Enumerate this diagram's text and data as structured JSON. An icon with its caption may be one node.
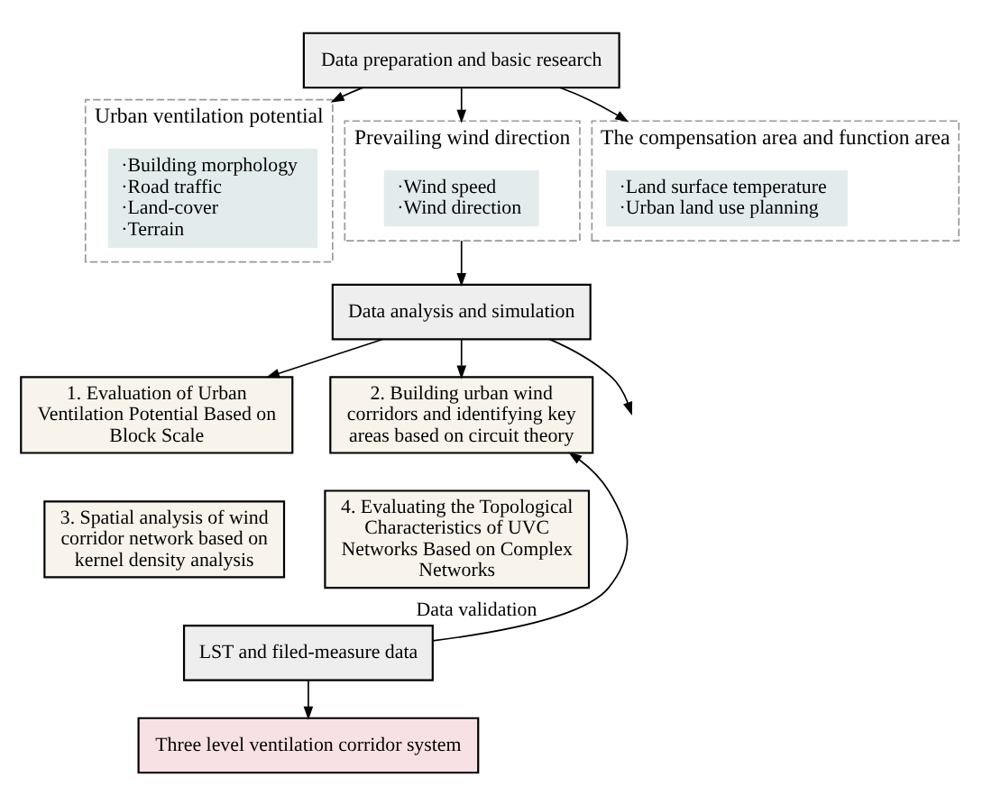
{
  "diagram": {
    "nodes": [
      {
        "text": [
          "Data preparation and basic research"
        ]
      },
      {
        "text": [
          "Urban ventilation potential"
        ]
      },
      {
        "text": [
          "·Building morphology",
          "·Road traffic",
          "·Land-cover",
          "·Terrain"
        ],
        "in": 1
      },
      {
        "text": [
          "Prevailing wind direction"
        ]
      },
      {
        "text": [
          "·Wind speed",
          "·Wind direction"
        ],
        "in": 3
      },
      {
        "text": [
          "The compensation area and function area"
        ]
      },
      {
        "text": [
          "·Land surface temperature",
          "·Urban land use planning"
        ],
        "in": 5
      },
      {
        "text": [
          "Data analysis and simulation"
        ]
      },
      {
        "text": [
          "1. Evaluation of Urban Ventilation Potential Based on Block Scale"
        ]
      },
      {
        "text": [
          "2. Building urban wind corridors and identifying key areas based on circuit theory"
        ]
      },
      {
        "text": [
          "3. Spatial analysis of wind corridor network based on kernel density analysis"
        ]
      },
      {
        "text": [
          "4. Evaluating the Topological Characteristics of UVC Networks Based on Complex Networks"
        ]
      },
      {
        "text": [
          "LST and filed-measure data"
        ]
      },
      {
        "text": [
          "Three level ventilation corridor system"
        ]
      }
    ],
    "edges": [
      {
        "from": 0,
        "to": 1,
        "arrow": "to"
      },
      {
        "from": 0,
        "to": 3,
        "arrow": "to"
      },
      {
        "from": 0,
        "to": 5,
        "arrow": "to"
      },
      {
        "from": 3,
        "to": 7,
        "arrow": "to"
      },
      {
        "from": 7,
        "to": 8,
        "arrow": "to"
      },
      {
        "from": 7,
        "to": null,
        "arrow": "to"
      },
      {
        "from": 7,
        "to": 9,
        "arrow": "to"
      },
      {
        "from": 12,
        "to": 9,
        "arrow": "to",
        "label": "Data validation"
      },
      {
        "from": 12,
        "to": 13,
        "arrow": "to"
      }
    ]
  }
}
